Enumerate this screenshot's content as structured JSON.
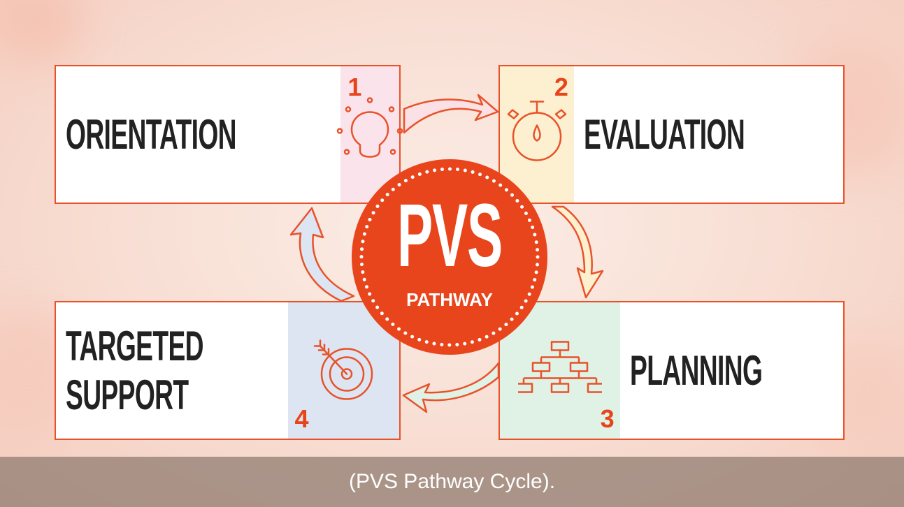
{
  "diagram": {
    "center": {
      "title": "PVS",
      "subtitle": "PATHWAY"
    },
    "steps": [
      {
        "number": "1",
        "label": "ORIENTATION",
        "icon": "lightbulb-icon",
        "tint": "#fbe3ec"
      },
      {
        "number": "2",
        "label": "EVALUATION",
        "icon": "stopwatch-icon",
        "tint": "#fdf0d0"
      },
      {
        "number": "3",
        "label": "PLANNING",
        "icon": "org-chart-icon",
        "tint": "#e0f1e6"
      },
      {
        "number": "4",
        "label": "TARGETED\nSUPPORT",
        "icon": "target-arrow-icon",
        "tint": "#dce5f1"
      }
    ],
    "accent": "#e8451c"
  },
  "caption": "(PVS Pathway Cycle)."
}
